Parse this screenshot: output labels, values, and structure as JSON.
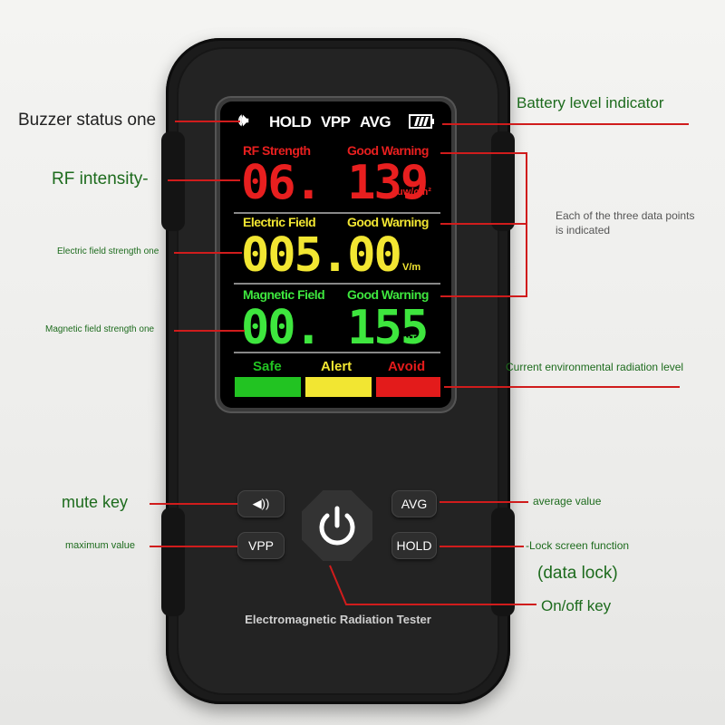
{
  "device": {
    "status_bar": {
      "buzzer_glyph": "🕪",
      "hold": "HOLD",
      "vpp": "VPP",
      "avg": "AVG"
    },
    "rf": {
      "label": "RF Strength",
      "status": "Good Warning",
      "value": "06. 139",
      "unit": "uw/cm²",
      "color": "#e81f1f"
    },
    "electric": {
      "label": "Electric Field",
      "status": "Good Warning",
      "value": "005.00",
      "unit": "V/m",
      "color": "#f2e632"
    },
    "magnetic": {
      "label": "Magnetic Field",
      "status": "Good Warning",
      "value": "00. 155",
      "unit": "uT",
      "color": "#3ee63e"
    },
    "levels": [
      {
        "label": "Safe",
        "color": "#22c322"
      },
      {
        "label": "Alert",
        "color": "#f2e632"
      },
      {
        "label": "Avoid",
        "color": "#e31b1b"
      }
    ],
    "buttons": {
      "mute": "◀))",
      "vpp": "VPP",
      "avg": "AVG",
      "hold": "HOLD",
      "power_icon": "power-icon"
    },
    "brand": "Electromagnetic Radiation Tester"
  },
  "annotations": {
    "buzzer": "Buzzer status one",
    "battery": "Battery level indicator",
    "rf": "RF intensity-",
    "three_points": "Each of the three data points\nis indicated",
    "electric": "Electric field strength one",
    "magnetic": "Magnetic field strength one",
    "radiation_level": "Current environmental radiation level",
    "mute": "mute key",
    "average": "average value",
    "maximum": "maximum value",
    "lock": "-Lock screen function",
    "data_lock": "(data lock)",
    "onoff": "On/off key"
  },
  "colors": {
    "annotation_text": "#1d6b1d",
    "leader_line": "#d01c1c",
    "device_body": "#1b1b1b"
  }
}
